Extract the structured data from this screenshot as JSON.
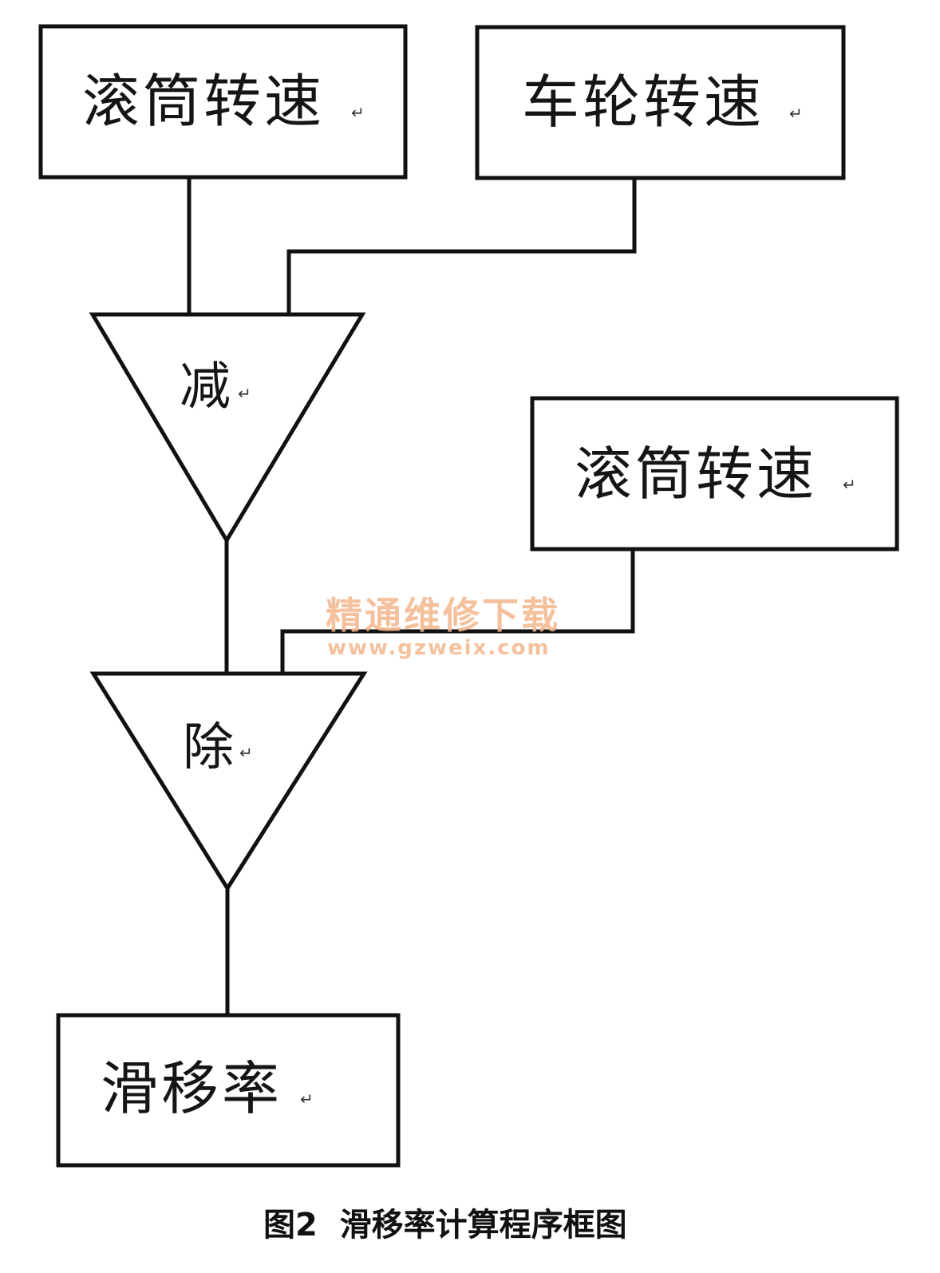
{
  "nodes": {
    "drum_speed_top": "滚筒转速",
    "wheel_speed": "车轮转速",
    "subtract": "减",
    "drum_speed_right": "滚筒转速",
    "divide": "除",
    "slip_rate": "滑移率"
  },
  "paragraph_mark": "↵",
  "watermark": {
    "text": "精通维修下载",
    "url": "www.gzweix.com"
  },
  "caption": "图2  滑移率计算程序框图"
}
